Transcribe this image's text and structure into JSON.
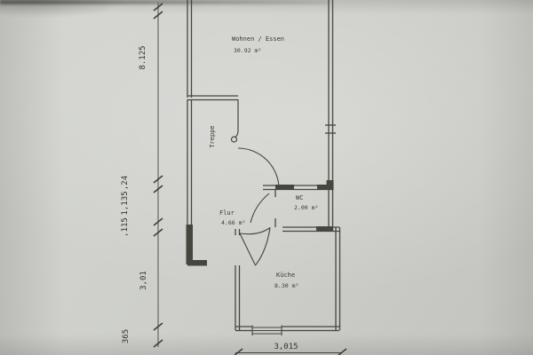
{
  "floor_plan": {
    "rooms": {
      "wohnen": {
        "name": "Wohnen / Essen",
        "area": "30.92 m²"
      },
      "treppe": {
        "name": "Treppe"
      },
      "wc": {
        "name": "WC",
        "area": "2.00 m²"
      },
      "flur": {
        "name": "Flur",
        "area": "4.66 m²"
      },
      "kueche": {
        "name": "Küche",
        "area": "8.30 m²"
      }
    },
    "dimensions": {
      "left": [
        "8.125",
        ",24",
        "1,135",
        ",115",
        "3,01",
        "365"
      ],
      "bottom": "3,015"
    }
  }
}
